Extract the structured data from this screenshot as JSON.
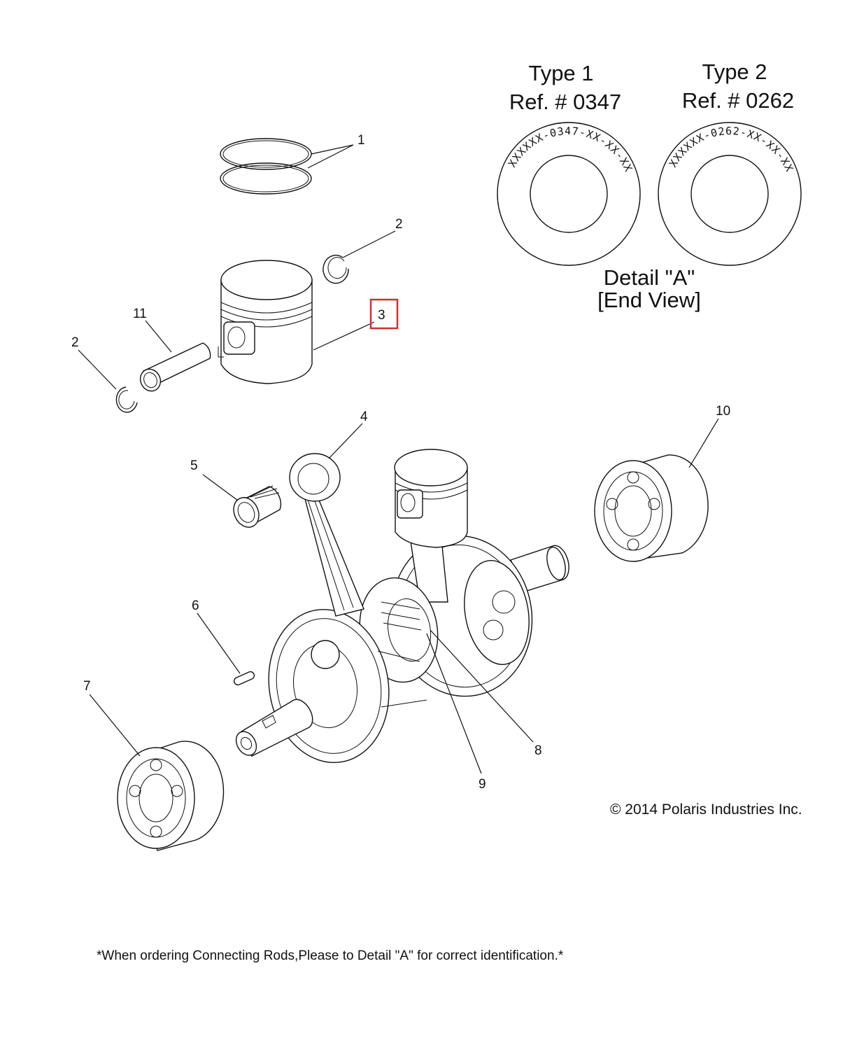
{
  "callouts": {
    "c1": "1",
    "c2a": "2",
    "c2b": "2",
    "c3": "3",
    "c4": "4",
    "c5": "5",
    "c6": "6",
    "c7": "7",
    "c8": "8",
    "c9": "9",
    "c10": "10",
    "c11": "11"
  },
  "detail": {
    "type1_title": "Type 1",
    "type1_ref": "Ref. # 0347",
    "type1_stamp": "XXXXXX-0347-XX-XX-XX",
    "type2_title": "Type 2",
    "type2_ref": "Ref. # 0262",
    "type2_stamp": "XXXXXX-0262-XX-XX-XX",
    "caption_line1": "Detail \"A\"",
    "caption_line2": "[End View]"
  },
  "copyright": "© 2014 Polaris Industries Inc.",
  "footer_note": "*When ordering Connecting Rods,Please to Detail \"A\" for correct identification.*",
  "colors": {
    "highlight": "#d32f2f",
    "line": "#111111"
  }
}
